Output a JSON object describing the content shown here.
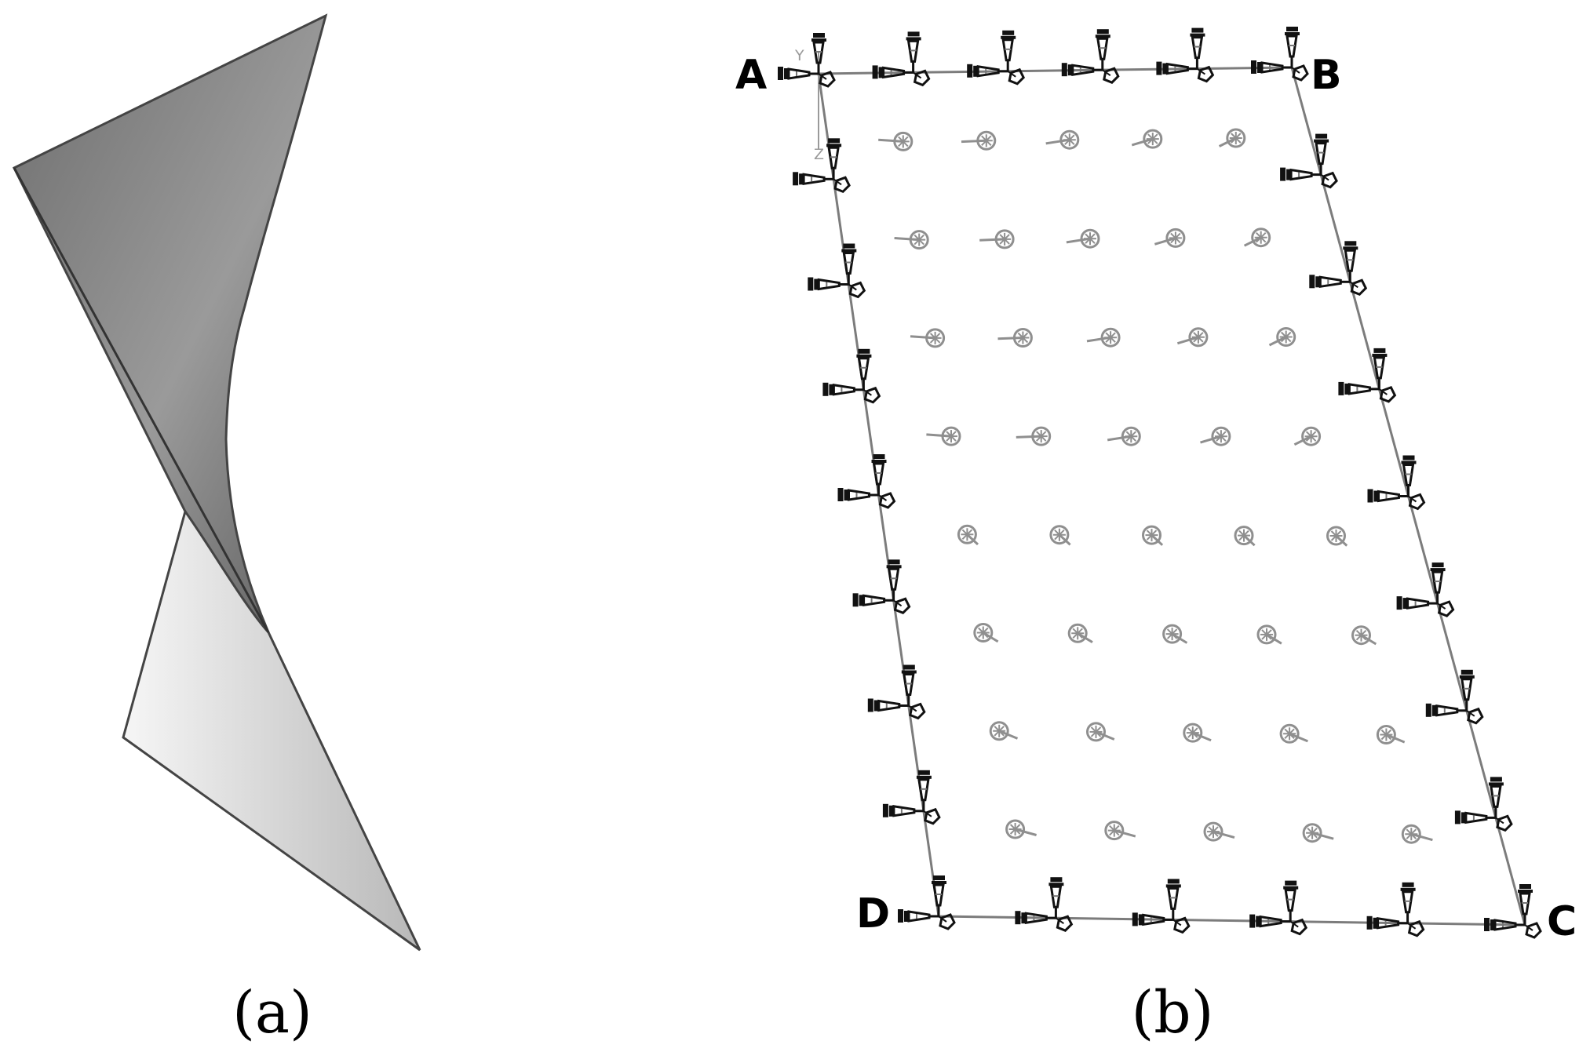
{
  "panels": [
    {
      "label": "(a)"
    },
    {
      "label": "(b)"
    }
  ],
  "corner_labels": {
    "A": "A",
    "B": "B",
    "C": "C",
    "D": "D"
  },
  "axis_labels": {
    "y": "Y",
    "z": "Z"
  },
  "colors": {
    "surface_dark": "#7a7a7a",
    "surface_light": "#e4e4e4",
    "outline": "#444444",
    "boundary_line": "#7c7c7c",
    "interior_node": "#8f8f8f",
    "boundary_symbol": "#111111"
  },
  "mesh": {
    "boundary_nodes_per_edge": 6,
    "interior_rows": 8,
    "interior_cols": 5
  }
}
